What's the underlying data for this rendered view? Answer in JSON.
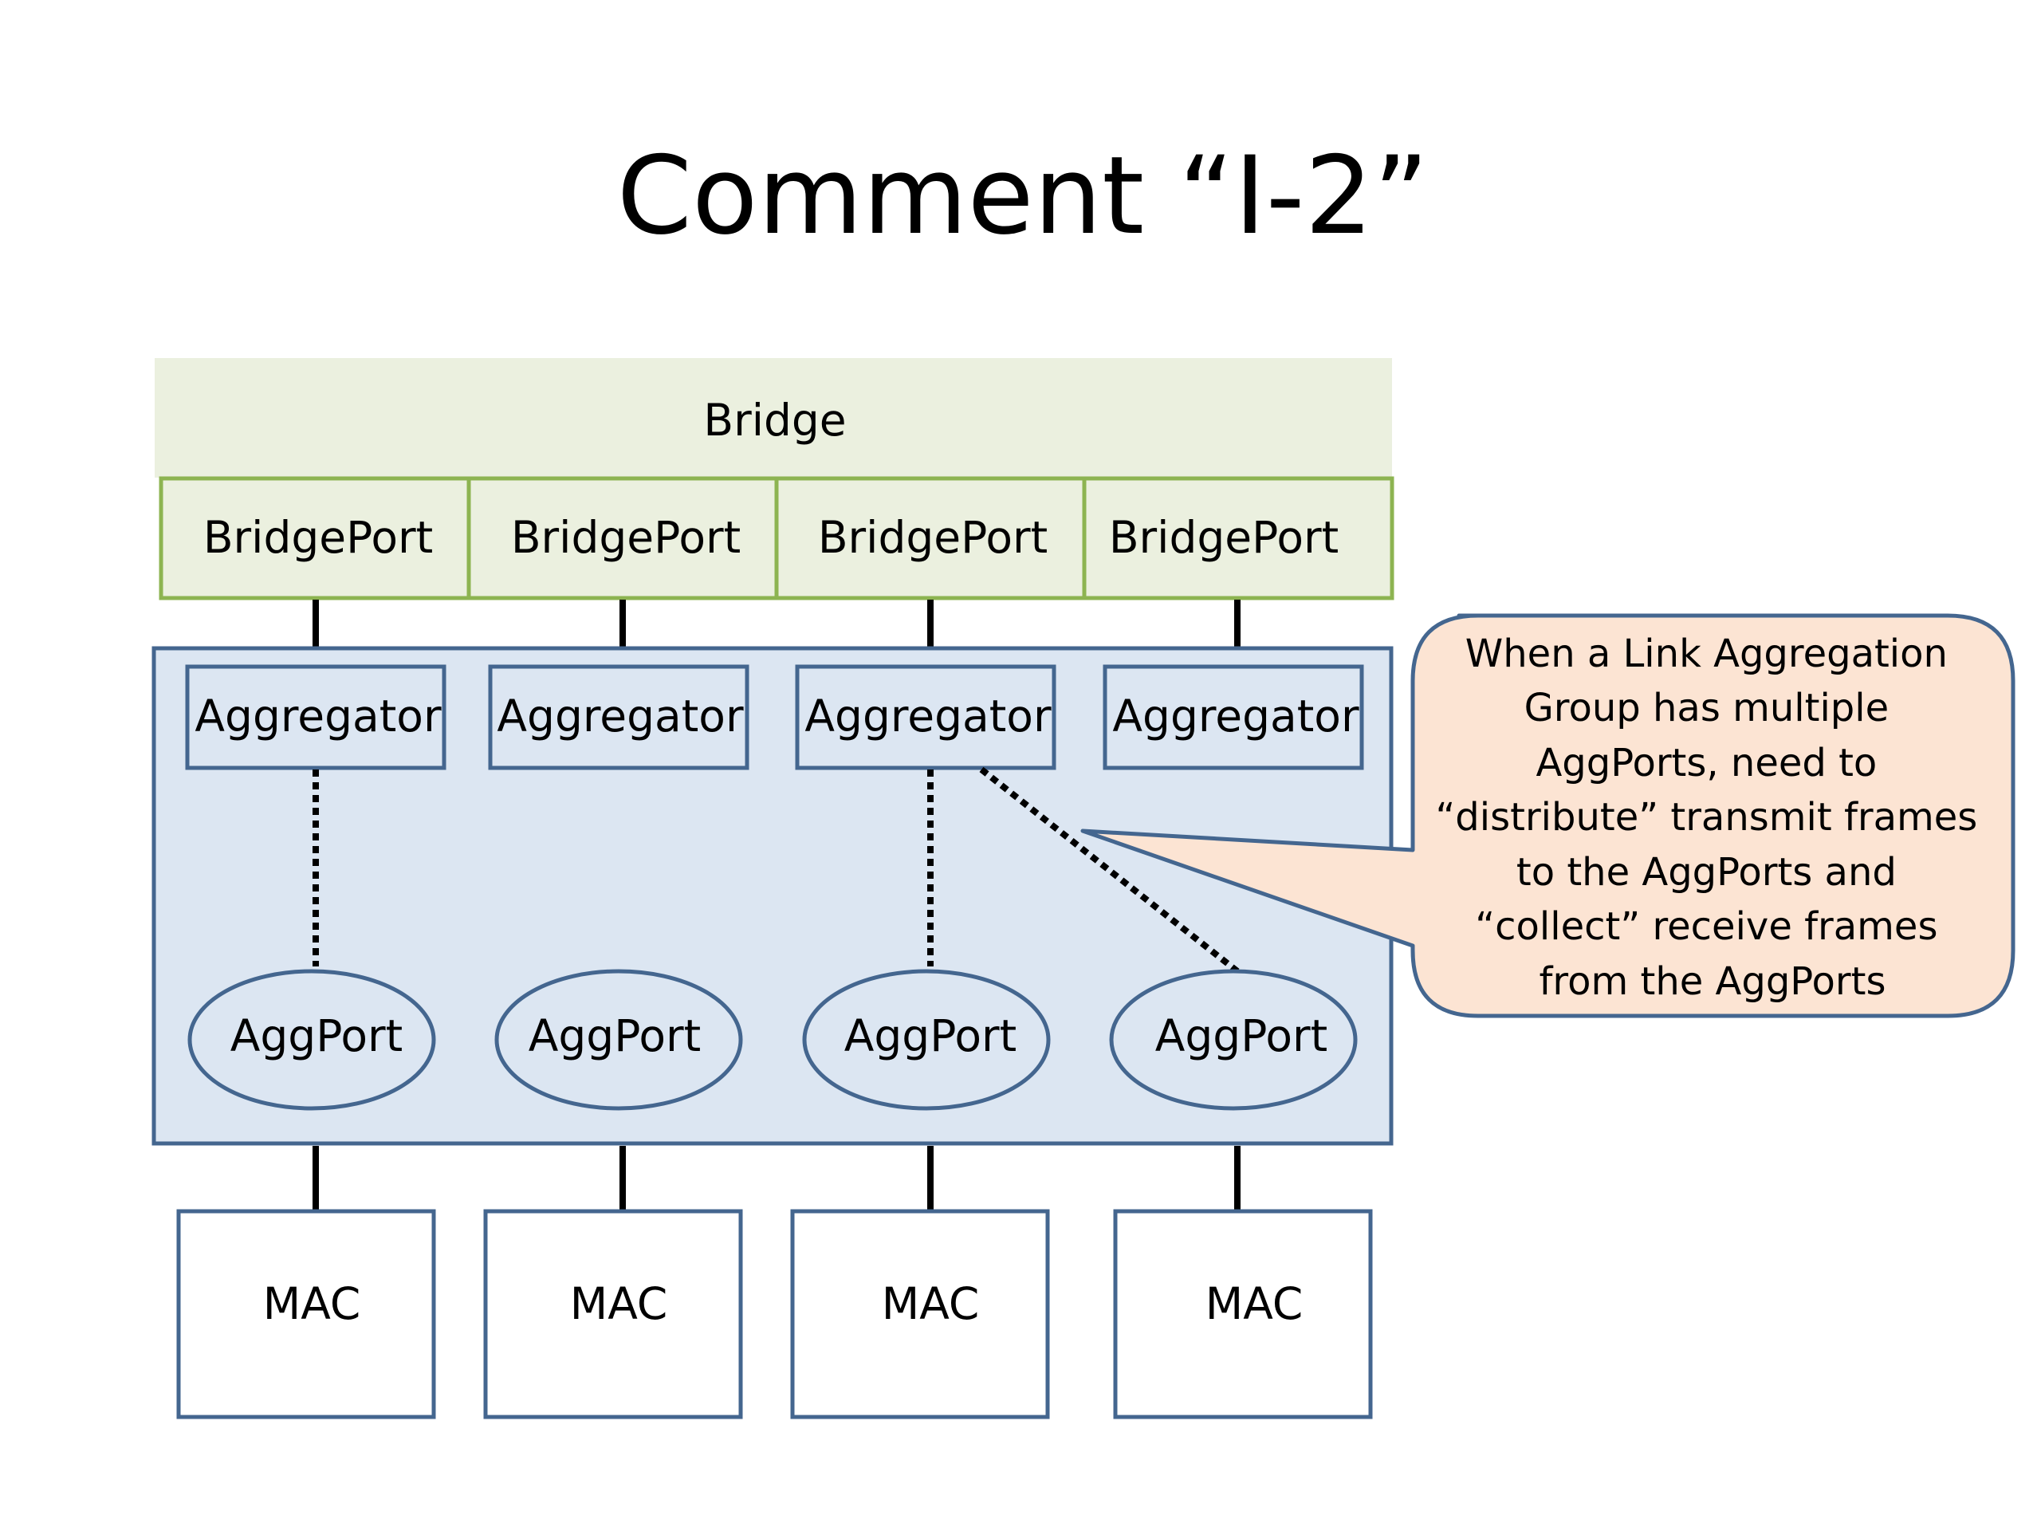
{
  "slide": {
    "title": "Comment “I-2”"
  },
  "bridge": {
    "label": "Bridge",
    "ports": [
      "BridgePort",
      "BridgePort",
      "BridgePort",
      "BridgePort"
    ]
  },
  "aggregation": {
    "aggregators": [
      "Aggregator",
      "Aggregator",
      "Aggregator",
      "Aggregator"
    ],
    "aggports": [
      "AggPort",
      "AggPort",
      "AggPort",
      "AggPort"
    ]
  },
  "macs": [
    "MAC",
    "MAC",
    "MAC",
    "MAC"
  ],
  "callout": {
    "lines": [
      "When a Link Aggregation",
      "Group has multiple",
      "AggPorts, need to",
      "“distribute” transmit frames",
      "to the AggPorts and",
      "“collect” receive frames",
      "from the AggPorts"
    ]
  },
  "colors": {
    "bridge_fill": "#ebf0df",
    "bridge_stroke": "#8db451",
    "agg_fill": "#dce6f2",
    "agg_stroke": "#44668f",
    "callout_fill": "#fce4d3",
    "callout_stroke": "#44668f"
  }
}
